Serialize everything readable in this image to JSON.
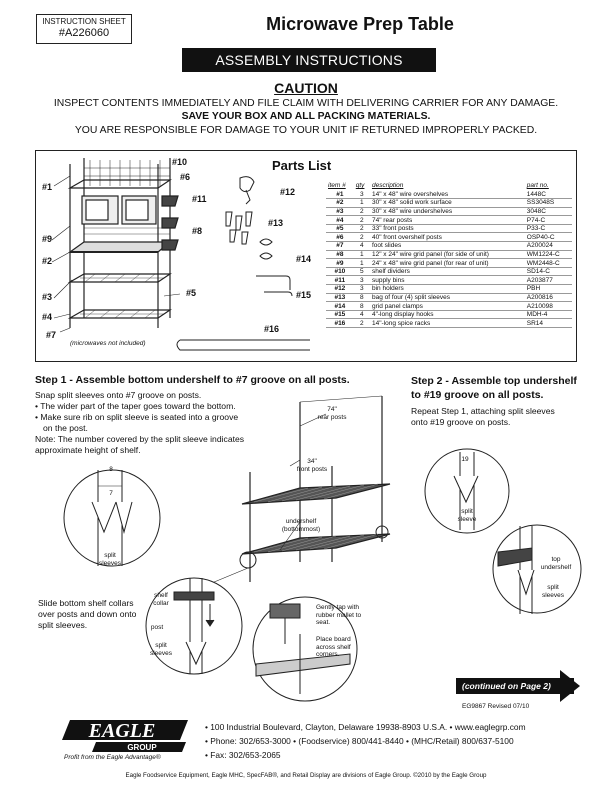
{
  "header": {
    "sheet_label": "INSTRUCTION SHEET",
    "sheet_number": "#A226060",
    "title": "Microwave Prep Table",
    "banner": "ASSEMBLY INSTRUCTIONS"
  },
  "caution": {
    "title": "CAUTION",
    "line1": "INSPECT CONTENTS IMMEDIATELY AND FILE CLAIM WITH DELIVERING CARRIER FOR ANY DAMAGE.",
    "line2": "SAVE YOUR BOX AND ALL PACKING MATERIALS.",
    "line3": "YOU ARE RESPONSIBLE FOR DAMAGE TO YOUR UNIT IF RETURNED IMPROPERLY PACKED."
  },
  "parts": {
    "title": "Parts List",
    "columns": [
      "item #",
      "qty",
      "description",
      "part no."
    ],
    "rows": [
      [
        "#1",
        "3",
        "14\" x 48\" wire overshelves",
        "1448C"
      ],
      [
        "#2",
        "1",
        "30\" x 48\" solid work surface",
        "SS3048S"
      ],
      [
        "#3",
        "2",
        "30\" x 48\" wire undershelves",
        "3048C"
      ],
      [
        "#4",
        "2",
        "74\" rear posts",
        "P74-C"
      ],
      [
        "#5",
        "2",
        "33\" front posts",
        "P33-C"
      ],
      [
        "#6",
        "2",
        "40\" front overshelf posts",
        "OSP40-C"
      ],
      [
        "#7",
        "4",
        "foot slides",
        "A200024"
      ],
      [
        "#8",
        "1",
        "12\" x 24\" wire grid panel (for side of unit)",
        "WM1224-C"
      ],
      [
        "#9",
        "1",
        "24\" x 48\" wire grid panel (for rear of unit)",
        "WM2448-C"
      ],
      [
        "#10",
        "5",
        "shelf dividers",
        "SD14-C"
      ],
      [
        "#11",
        "3",
        "supply bins",
        "A203877"
      ],
      [
        "#12",
        "3",
        "bin holders",
        "PBH"
      ],
      [
        "#13",
        "8",
        "bag of four (4) split sleeves",
        "A200816"
      ],
      [
        "#14",
        "8",
        "grid panel clamps",
        "A210098"
      ],
      [
        "#15",
        "4",
        "4\"-long display hooks",
        "MDH-4"
      ],
      [
        "#16",
        "2",
        "14\"-long spice racks",
        "SR14"
      ]
    ],
    "callouts": {
      "c1": "#1",
      "c2": "#2",
      "c3": "#3",
      "c4": "#4",
      "c5": "#5",
      "c6": "#6",
      "c7": "#7",
      "c8": "#8",
      "c9": "#9",
      "c10": "#10",
      "c11": "#11",
      "c12": "#12",
      "c13": "#13",
      "c14": "#14",
      "c15": "#15",
      "c16": "#16"
    },
    "microwave_note": "(microwaves not included)"
  },
  "step1": {
    "title": "Step 1 - Assemble bottom undershelf to #7 groove on all posts.",
    "intro": "Snap split sleeves onto #7 groove on posts.",
    "bullet1": "• The wider part of the taper goes toward the bottom.",
    "bullet2a": "• Make sure rib on split sleeve is seated into a groove",
    "bullet2b": "on the post.",
    "note": "Note: The number covered by the split sleeve indicates approximate height of shelf.",
    "slide_note": "Slide bottom shelf collars over posts and down onto split sleeves."
  },
  "step2": {
    "title": "Step 2 - Assemble top undershelf to #19 groove on all posts.",
    "body": "Repeat Step 1, attaching split sleeves onto #19 groove on posts."
  },
  "diagram_labels": {
    "rear_posts_a": "74\"",
    "rear_posts_b": "rear posts",
    "front_posts_a": "34\"",
    "front_posts_b": "front posts",
    "undershelf_a": "undershelf",
    "undershelf_b": "(bottommost)",
    "split_sleeves_left_a": "split",
    "split_sleeves_left_b": "sleeves",
    "split_sleeve_right_a": "split",
    "split_sleeve_right_b": "sleeve",
    "top_undershelf_a": "top",
    "top_undershelf_b": "undershelf",
    "split_sleeves_r_a": "split",
    "split_sleeves_r_b": "sleeves",
    "shelf_collar_a": "shelf",
    "shelf_collar_b": "collar",
    "post": "post",
    "split_sleeves_c_a": "split",
    "split_sleeves_c_b": "sleeves",
    "gently_tap": "Gently tap with rubber mallet to seat.",
    "place_board": "Place board across shelf corners.",
    "groove_8": "8",
    "groove_7": "7",
    "groove_19": "19"
  },
  "footer": {
    "continued": "(continued on Page 2)",
    "doc_id": "EG9867   Revised 07/10",
    "logo_text": "EAGLE",
    "logo_group": "GROUP",
    "tagline": "Profit from the Eagle Advantage®",
    "address": "• 100 Industrial Boulevard, Clayton, Delaware 19938-8903 U.S.A. • www.eaglegrp.com",
    "phones": "• Phone: 302/653-3000 • (Foodservice) 800/441-8440 • (MHC/Retail) 800/637-5100",
    "fax": "• Fax: 302/653-2065",
    "divisions": "Eagle Foodservice Equipment, Eagle MHC, SpecFAB®, and Retail Display are divisions of Eagle Group. ©2010 by the Eagle Group"
  }
}
